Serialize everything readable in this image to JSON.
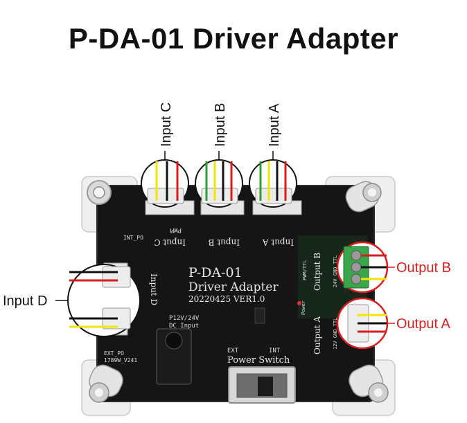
{
  "title": "P-DA-01 Driver Adapter",
  "labels": {
    "input_c": "Input C",
    "input_b": "Input B",
    "input_a": "Input A",
    "input_d": "Input D",
    "output_b": "Output B",
    "output_a": "Output A"
  },
  "board": {
    "model": "P-DA-01",
    "name": "Driver Adapter",
    "version": "20220425 VER1.0",
    "dc_input": "P12V/24V",
    "dc_input_2": "DC Input",
    "power_switch": "Power Switch",
    "ext": "EXT",
    "int": "INT",
    "int_po": "INT_PO",
    "ext_po": "EXT_PO",
    "input_c_silk": "Input C",
    "input_b_silk": "Input B",
    "input_a_silk": "Input A",
    "input_d_silk": "Input D",
    "output_b_silk": "Output B",
    "output_a_silk": "Output A",
    "pin_row_1": "PWM",
    "pin_row_2": "12V GND TTL",
    "pin_row_3": "24V GND TTL",
    "power_led": "Power",
    "pwm_ttl": "PWM/TTL",
    "part_no": "1789W_V241"
  },
  "colors": {
    "board": "#141414",
    "red": "#e01b1b",
    "connector_green": "#3aa64a",
    "wire_yellow": "#f2e600",
    "wire_red": "#d81c1c",
    "wire_black": "#111111",
    "wire_green": "#2f9d3a"
  }
}
